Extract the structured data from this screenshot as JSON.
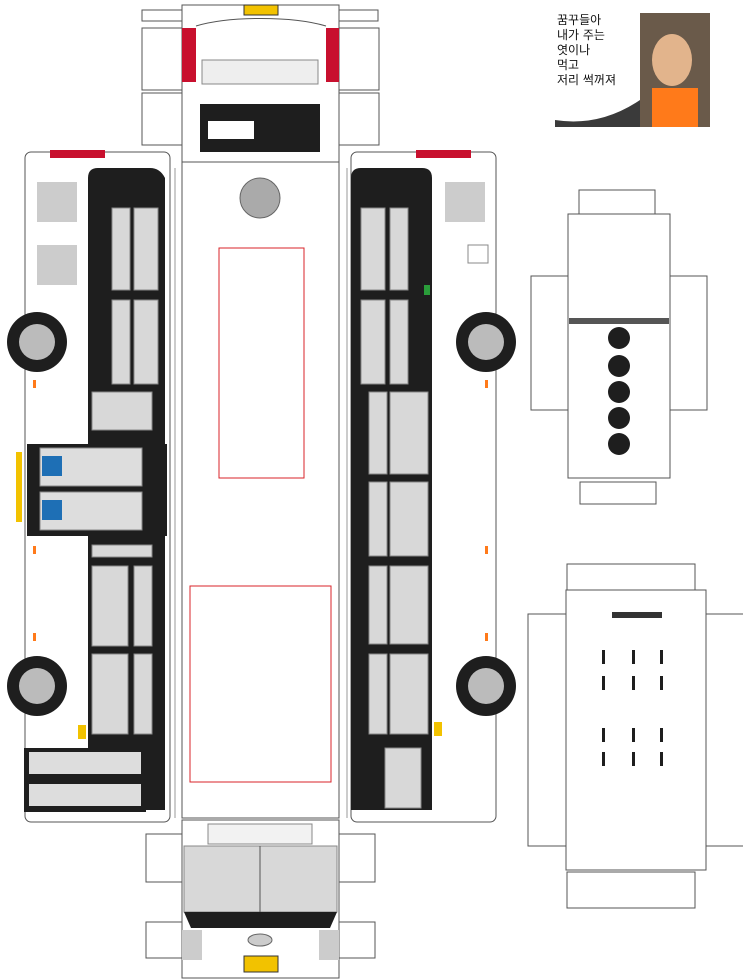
{
  "caption": {
    "lines": [
      "꿈꾸들아",
      "내가 주는",
      "엿이나",
      "먹고",
      "저리 썩꺼져"
    ]
  },
  "bus": {
    "brand_emblem": "hyundai-logo",
    "rear_sign_text": "",
    "colors": {
      "body": "#ffffff",
      "window": "#1e1e1e",
      "glass": "#d8d8d8",
      "accent_yellow": "#f2c200",
      "accent_blue": "#1e6fb5",
      "tail_light": "#c8102e",
      "marker_orange": "#ff7a1a",
      "guide_red": "#d9232a"
    }
  },
  "parts": [
    "roof-panel",
    "left-side-panel",
    "right-side-panel",
    "rear-end",
    "front-end",
    "underside-chassis-panel",
    "floor-interior-panel"
  ],
  "photo": {
    "subject": "person-gesturing-photo"
  }
}
